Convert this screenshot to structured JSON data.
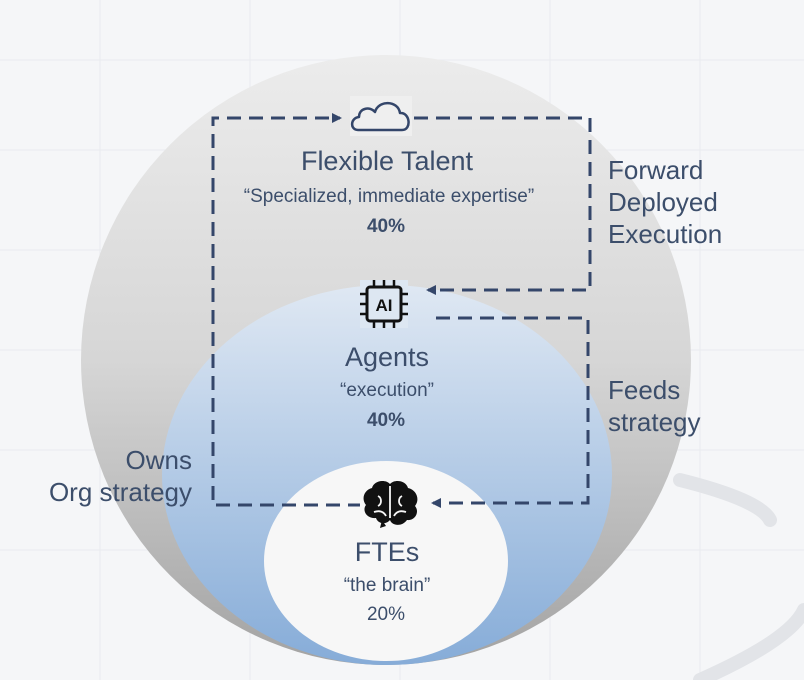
{
  "flexible_talent": {
    "title": "Flexible Talent",
    "subtitle": "“Specialized, immediate expertise”",
    "percent": "40%"
  },
  "agents": {
    "title": "Agents",
    "subtitle": "“execution”",
    "percent": "40%",
    "icon_text": "AI"
  },
  "ftes": {
    "title": "FTEs",
    "subtitle": "“the brain”",
    "percent": "20%"
  },
  "labels": {
    "forward_line1": "Forward",
    "forward_line2": "Deployed",
    "forward_line3": "Execution",
    "feeds_line1": "Feeds",
    "feeds_line2": "strategy",
    "owns_line1": "Owns",
    "owns_line2": "Org strategy"
  },
  "colors": {
    "text": "#3c4e6b",
    "arrow": "#34466a",
    "outer_circle_top": "#e8e8e8",
    "outer_circle_bottom": "#a5a5a5",
    "agents_top": "#dae5f2",
    "agents_bottom": "#8ab0da",
    "fte_fill": "#f7f7f7"
  },
  "icons": {
    "flexible_talent": "cloud-icon",
    "agents": "ai-chip-icon",
    "ftes": "brain-icon"
  }
}
